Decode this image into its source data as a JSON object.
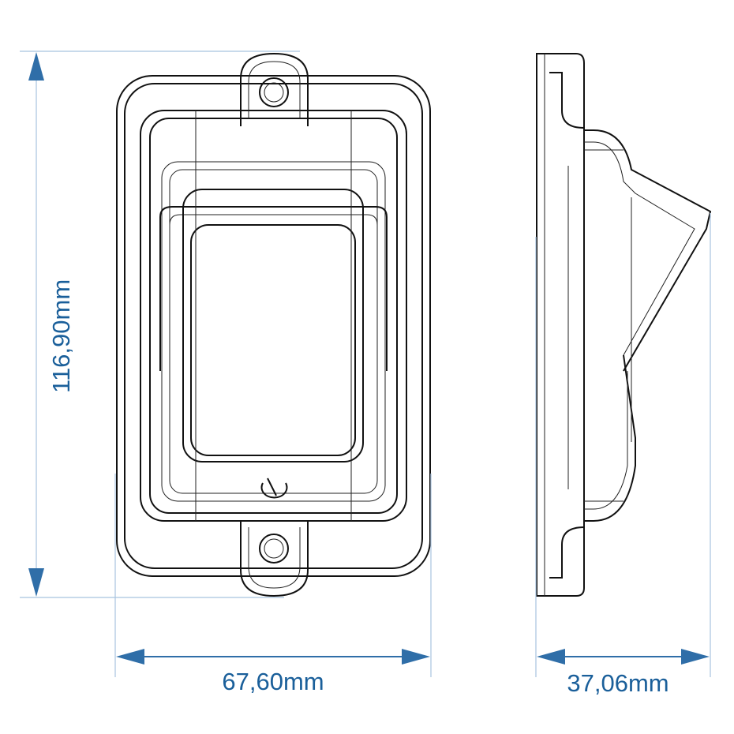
{
  "dimensions": {
    "height": "116,90mm",
    "width": "67,60mm",
    "depth": "37,06mm"
  },
  "colors": {
    "dimension_text": "#1a5f9a",
    "arrow": "#2f6ea8",
    "extension_line": "#a8c3df",
    "outline": "#111111"
  }
}
